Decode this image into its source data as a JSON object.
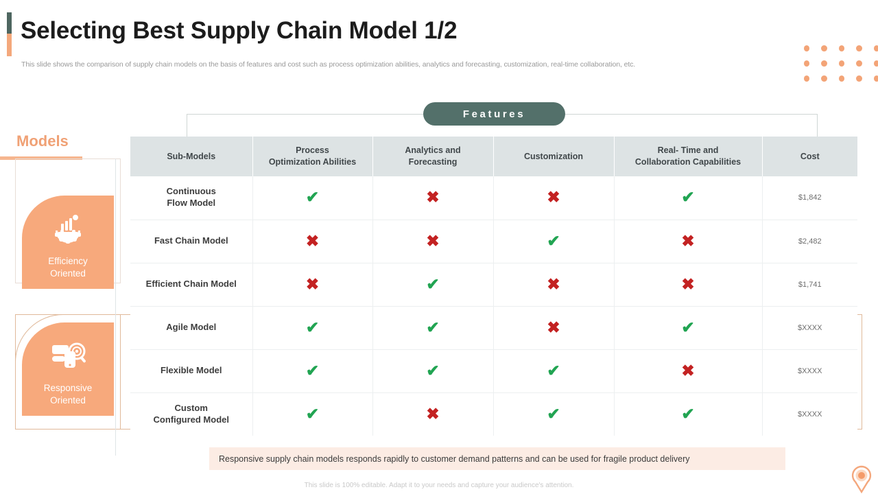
{
  "header": {
    "title": "Selecting Best Supply Chain Model 1/2",
    "subtitle": "This slide shows the comparison of supply chain models on the basis of features and cost such as process optimization abilities, analytics and forecasting, customization, real-time collaboration, etc."
  },
  "features_badge": {
    "label": "Features"
  },
  "sidebar": {
    "heading": "Models",
    "cards": [
      {
        "icon": "gear-bar-chart-icon",
        "line1": "Efficiency",
        "line2": "Oriented"
      },
      {
        "icon": "device-search-icon",
        "line1": "Responsive",
        "line2": "Oriented"
      }
    ]
  },
  "table": {
    "columns": [
      {
        "line1": "Sub-Models",
        "line2": ""
      },
      {
        "line1": "Process",
        "line2": "Optimization Abilities"
      },
      {
        "line1": "Analytics and",
        "line2": "Forecasting"
      },
      {
        "line1": "Customization",
        "line2": ""
      },
      {
        "line1": "Real- Time and",
        "line2": "Collaboration Capabilities"
      },
      {
        "line1": "Cost",
        "line2": ""
      }
    ],
    "rows": [
      {
        "name_l1": "Continuous",
        "name_l2": "Flow Model",
        "process": "yes",
        "analytics": "no",
        "customization": "no",
        "realtime": "yes",
        "cost": "$1,842"
      },
      {
        "name_l1": "Fast Chain Model",
        "name_l2": "",
        "process": "no",
        "analytics": "no",
        "customization": "yes",
        "realtime": "no",
        "cost": "$2,482"
      },
      {
        "name_l1": "Efficient Chain Model",
        "name_l2": "",
        "process": "no",
        "analytics": "yes",
        "customization": "no",
        "realtime": "no",
        "cost": "$1,741"
      },
      {
        "name_l1": "Agile Model",
        "name_l2": "",
        "process": "yes",
        "analytics": "yes",
        "customization": "no",
        "realtime": "yes",
        "cost": "$XXXX"
      },
      {
        "name_l1": "Flexible Model",
        "name_l2": "",
        "process": "yes",
        "analytics": "yes",
        "customization": "yes",
        "realtime": "no",
        "cost": "$XXXX"
      },
      {
        "name_l1": "Custom",
        "name_l2": "Configured Model",
        "process": "yes",
        "analytics": "no",
        "customization": "yes",
        "realtime": "yes",
        "cost": "$XXXX"
      }
    ],
    "marks": {
      "yes": "✔",
      "no": "✖"
    }
  },
  "callout": {
    "text": "Responsive supply chain models responds rapidly to customer demand patterns and can be used for fragile product delivery"
  },
  "footer": {
    "text": "This slide is 100% editable.  Adapt it to your needs and capture your audience's attention."
  },
  "decor": {
    "dot_grid": {
      "rows": 3,
      "cols": 5,
      "color": "#f3a477"
    },
    "pin": "location-pin-icon"
  },
  "colors": {
    "accent_orange": "#f7a97c",
    "badge_green": "#53706a",
    "yes_green": "#21a452",
    "no_red": "#c32222",
    "header_grey": "#dde3e4",
    "callout_bg": "#fcece4"
  }
}
